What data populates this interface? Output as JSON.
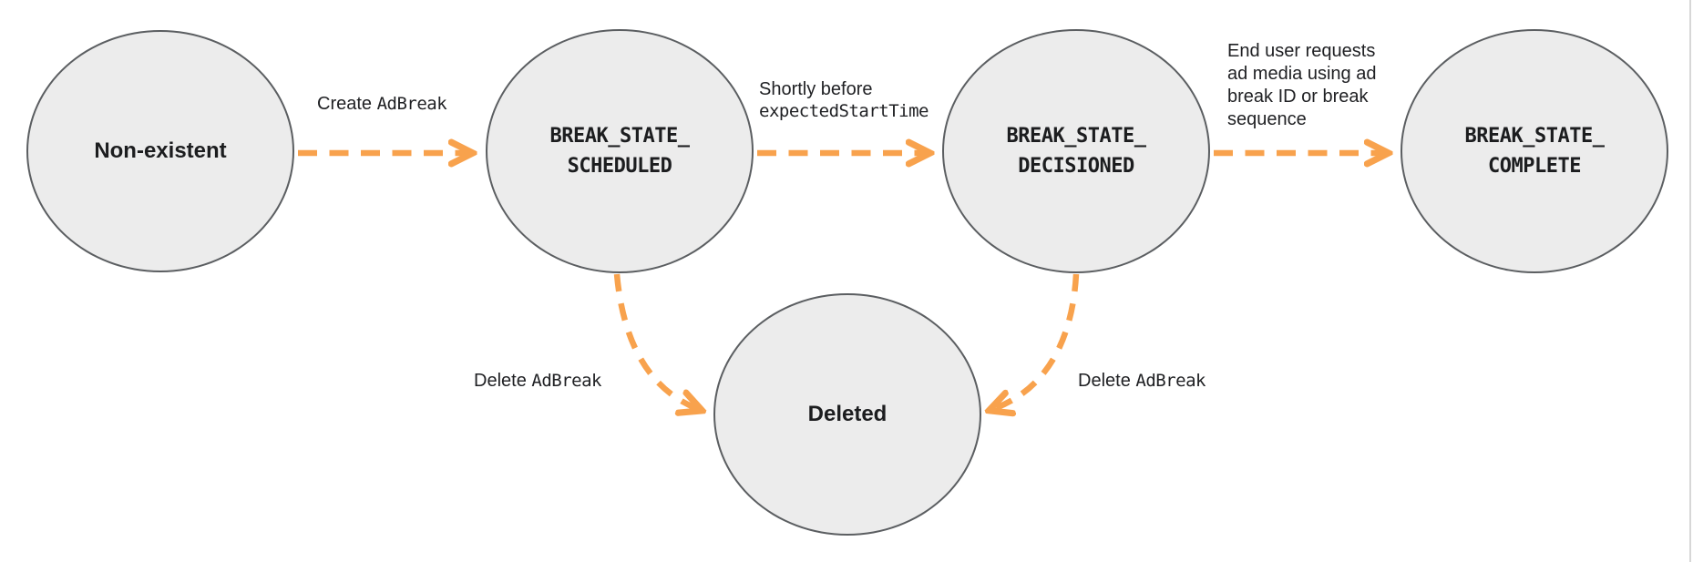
{
  "diagram": {
    "states": [
      {
        "name": "non-existent",
        "label": "Non-existent"
      },
      {
        "name": "break-state-scheduled",
        "label": "BREAK_STATE_\nSCHEDULED"
      },
      {
        "name": "break-state-decisioned",
        "label": "BREAK_STATE_\nDECISIONED"
      },
      {
        "name": "break-state-complete",
        "label": "BREAK_STATE_\nCOMPLETE"
      },
      {
        "name": "deleted",
        "label": "Deleted"
      }
    ],
    "transitions": [
      {
        "from": "Non-existent",
        "to": "BREAK_STATE_SCHEDULED",
        "label_text": "Create ",
        "label_code": "AdBreak"
      },
      {
        "from": "BREAK_STATE_SCHEDULED",
        "to": "BREAK_STATE_DECISIONED",
        "label_text": "Shortly before",
        "label_code": "expectedStartTime"
      },
      {
        "from": "BREAK_STATE_DECISIONED",
        "to": "BREAK_STATE_COMPLETE",
        "label_text": "End user requests\nad media using ad\nbreak ID or break\nsequence",
        "label_code": ""
      },
      {
        "from": "BREAK_STATE_SCHEDULED",
        "to": "Deleted",
        "label_text": "Delete ",
        "label_code": "AdBreak"
      },
      {
        "from": "BREAK_STATE_DECISIONED",
        "to": "Deleted",
        "label_text": "Delete ",
        "label_code": "AdBreak"
      }
    ],
    "colors": {
      "arrow": "#F8A24D",
      "state_fill": "#ECECEC",
      "state_border": "#5B5E61",
      "text": "#202124",
      "background": "#FFFFFF"
    }
  }
}
